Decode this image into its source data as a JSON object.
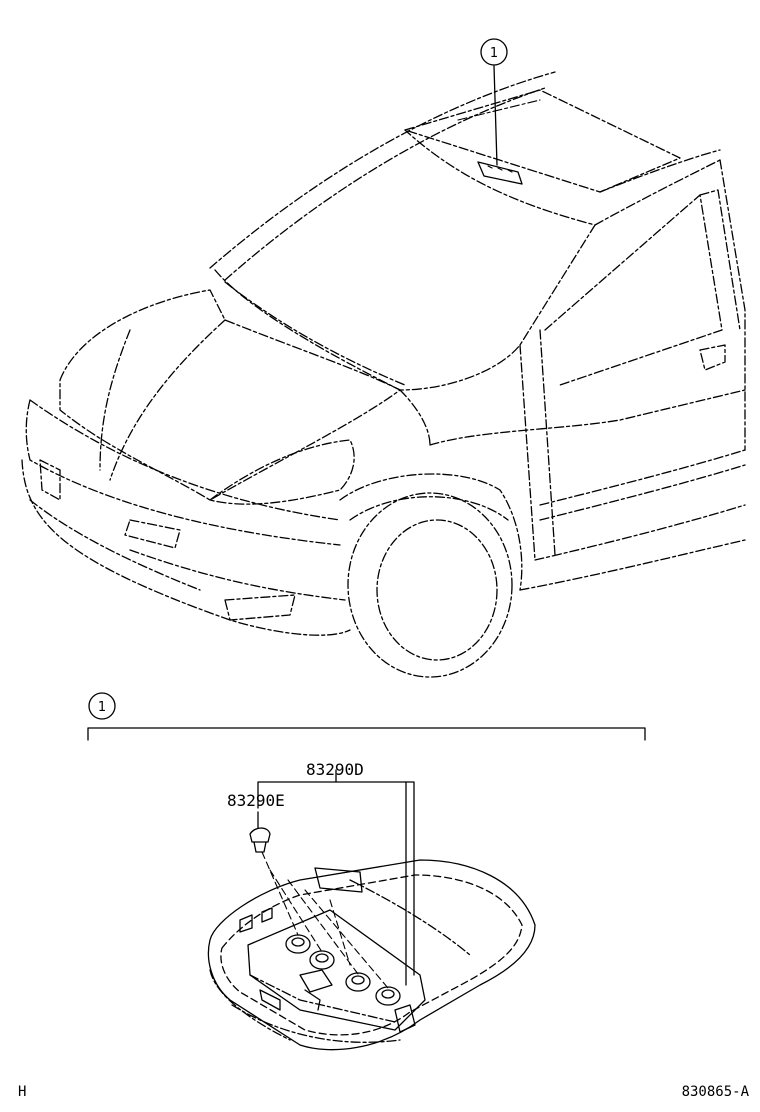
{
  "callout_top": "1",
  "callout_detail": "1",
  "parts": {
    "assembly": "83290D",
    "clip": "83290E"
  },
  "footer": {
    "left_code": "H",
    "right_code": "830865-A"
  }
}
